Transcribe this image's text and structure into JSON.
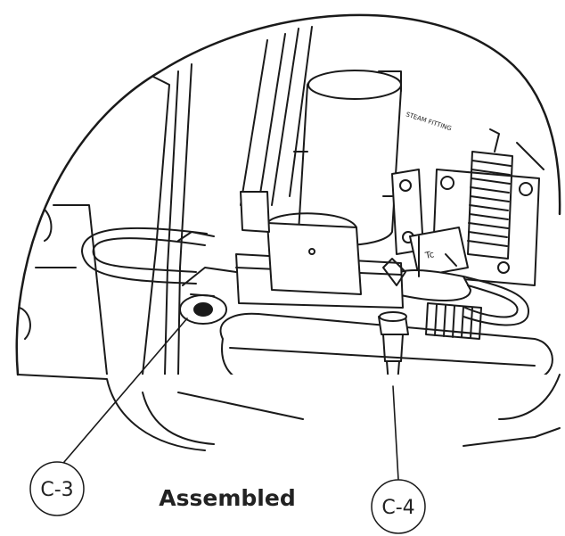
{
  "caption": "Assembled",
  "callouts": [
    {
      "id": "c3",
      "label": "C-3"
    },
    {
      "id": "c4",
      "label": "C-4"
    }
  ],
  "embossed_text": {
    "valve_label": "Tc",
    "bracket_label": "STEAM FITTING"
  },
  "colors": {
    "line": "#1a1a1a",
    "fill": "#ffffff",
    "shade": "#f2f2f2",
    "text": "#222222"
  }
}
